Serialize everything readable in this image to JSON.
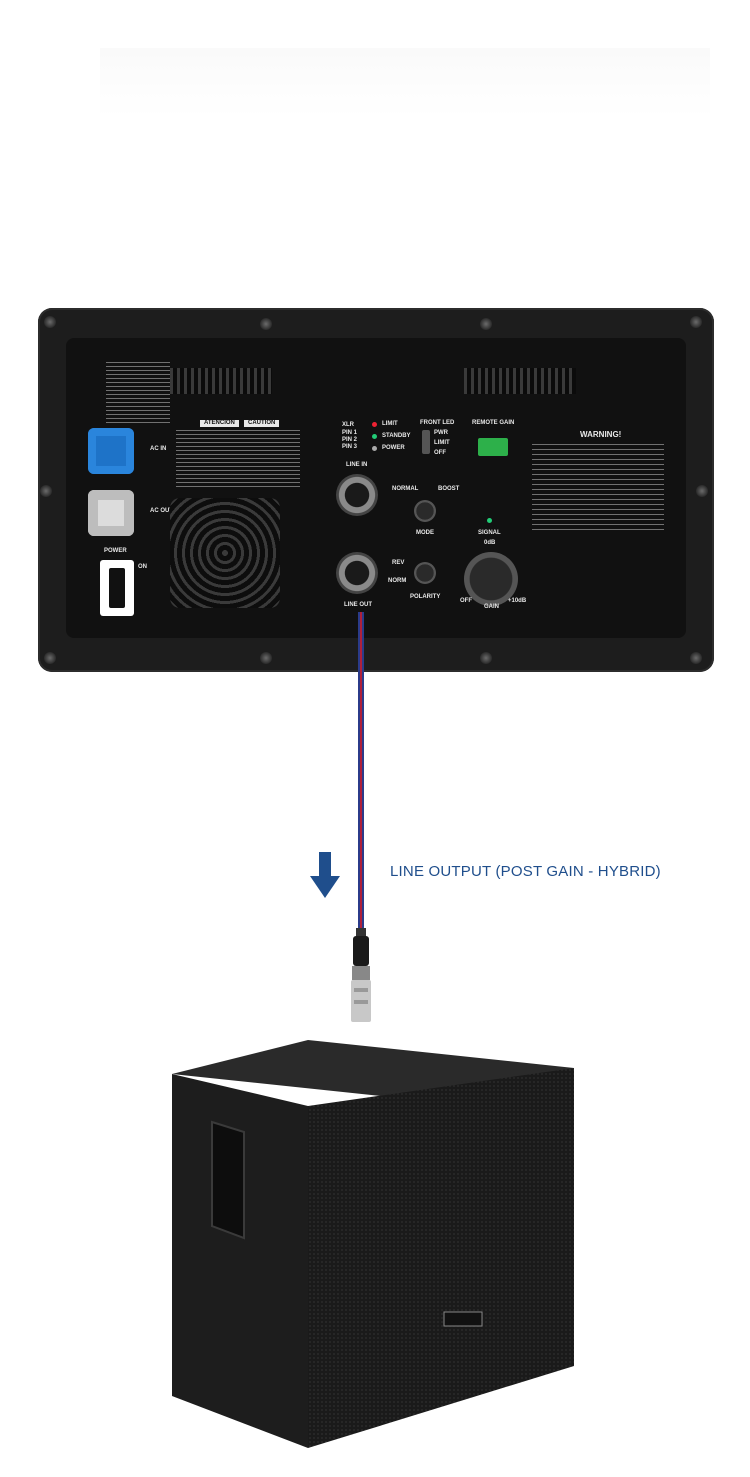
{
  "annotation": {
    "text": "LINE OUTPUT (POST GAIN - HYBRID)"
  },
  "colors": {
    "accent": "#1f4e8c",
    "cable_red": "#b0203a",
    "cable_blue": "#2b3b8a"
  },
  "panel": {
    "ac_in": "AC IN",
    "ac_out": "AC OUT",
    "power": "POWER",
    "on": "ON",
    "line_in": "LINE IN",
    "line_out": "LINE OUT",
    "xlr": "XLR",
    "pin1": "PIN 1",
    "pin2": "PIN 2",
    "pin3": "PIN 3",
    "limit": "LIMIT",
    "standby": "STANDBY",
    "power_led": "POWER",
    "front_led": "FRONT LED",
    "pwr": "PWR",
    "limit2": "LIMIT",
    "off": "OFF",
    "remote_gain": "REMOTE GAIN",
    "normal": "NORMAL",
    "boost": "BOOST",
    "mode": "MODE",
    "rev": "REV",
    "norm": "NORM",
    "polarity": "POLARITY",
    "signal": "SIGNAL",
    "zero_db": "0dB",
    "gain": "GAIN",
    "gain_off": "OFF",
    "gain_max": "+10dB",
    "warning": "WARNING!",
    "attention": "ATENCION",
    "caution": "CAUTION"
  },
  "icons": [
    "speaker-panel",
    "xlr-connector",
    "down-arrow-icon",
    "subwoofer"
  ]
}
